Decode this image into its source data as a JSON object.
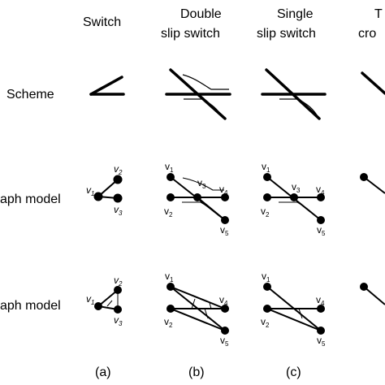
{
  "columns": {
    "a": "Switch",
    "b_line1": "Double",
    "b_line2": "slip switch",
    "c_line1": "Single",
    "c_line2": "slip switch",
    "d_line1": "T",
    "d_line2": "cro"
  },
  "rows": {
    "scheme": "Scheme",
    "graph1": "aph model",
    "graph2": "aph model"
  },
  "panels": {
    "a": "(a)",
    "b": "(b)",
    "c": "(c)"
  },
  "vertex_labels": {
    "v1": "v",
    "v2": "v",
    "v3": "v",
    "v4": "v",
    "v5": "v",
    "s1": "1",
    "s2": "2",
    "s3": "3",
    "s4": "4",
    "s5": "5"
  },
  "colors": {
    "ink": "#000000",
    "background": "#ffffff"
  }
}
